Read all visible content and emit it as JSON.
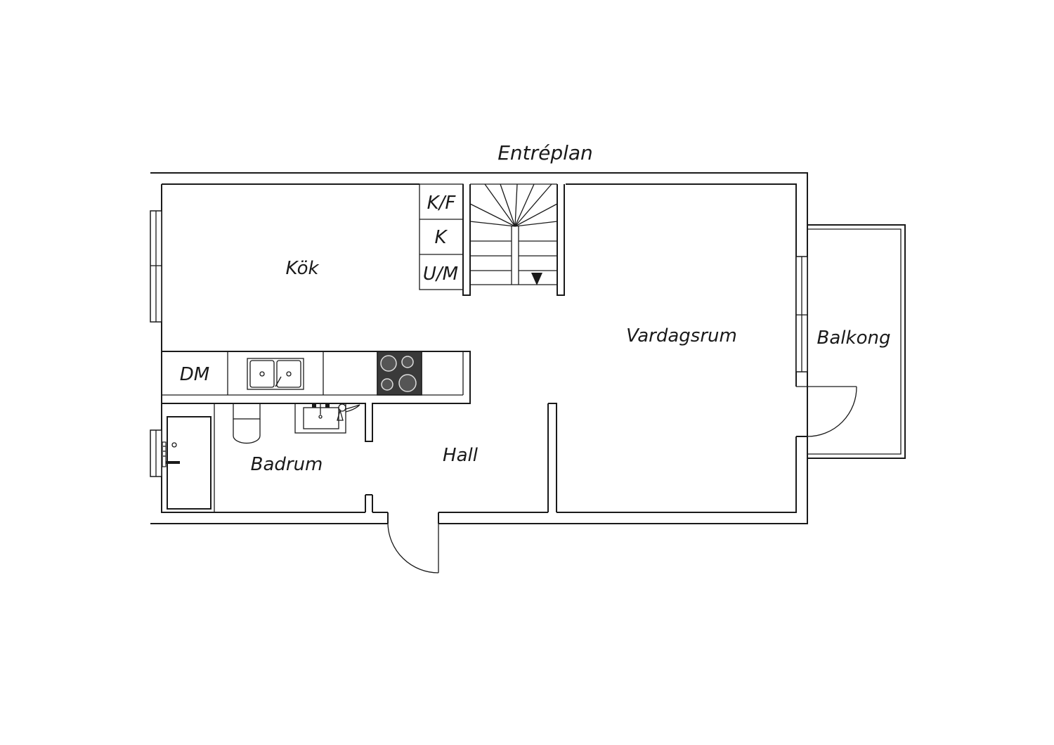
{
  "plan": {
    "title": "Entréplan",
    "rooms": {
      "kitchen": "Kök",
      "living_room": "Vardagsrum",
      "balcony": "Balkong",
      "bathroom": "Badrum",
      "hall": "Hall"
    },
    "closets": {
      "kf": "K/F",
      "k": "K",
      "um": "U/M"
    },
    "appliances": {
      "dishwasher": "DM"
    }
  }
}
